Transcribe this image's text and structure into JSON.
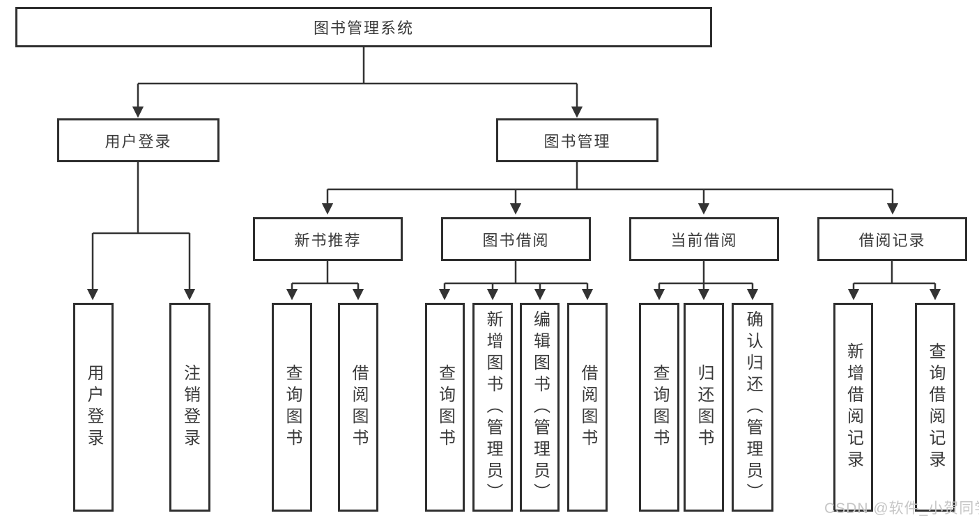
{
  "colors": {
    "line": "#333333",
    "box_border": "#2f2f2f",
    "text": "#3a3a3a",
    "background": "#ffffff",
    "watermark": "#c6c6c6"
  },
  "diagram": {
    "nodes": {
      "root": "图书管理系统",
      "user_login": "用户登录",
      "book_management": "图书管理",
      "new_book_recommend": "新书推荐",
      "book_borrowing": "图书借阅",
      "current_borrowing": "当前借阅",
      "borrowing_records": "借阅记录",
      "leaf_user_login": "用户登录",
      "leaf_logout": "注销登录",
      "leaf_query_books_recommend": "查询图书",
      "leaf_borrow_books_recommend": "借阅图书",
      "leaf_query_books_borrowing": "查询图书",
      "leaf_add_books_admin": "新增图书（管理员）",
      "leaf_edit_books_admin": "编辑图书（管理员）",
      "leaf_borrow_books_borrowing": "借阅图书",
      "leaf_query_books_current": "查询图书",
      "leaf_return_books": "归还图书",
      "leaf_confirm_return_admin": "确认归还（管理员）",
      "leaf_add_borrow_record": "新增借阅记录",
      "leaf_query_borrow_record": "查询借阅记录"
    }
  },
  "watermark": "CSDN @软件_小贺同学"
}
